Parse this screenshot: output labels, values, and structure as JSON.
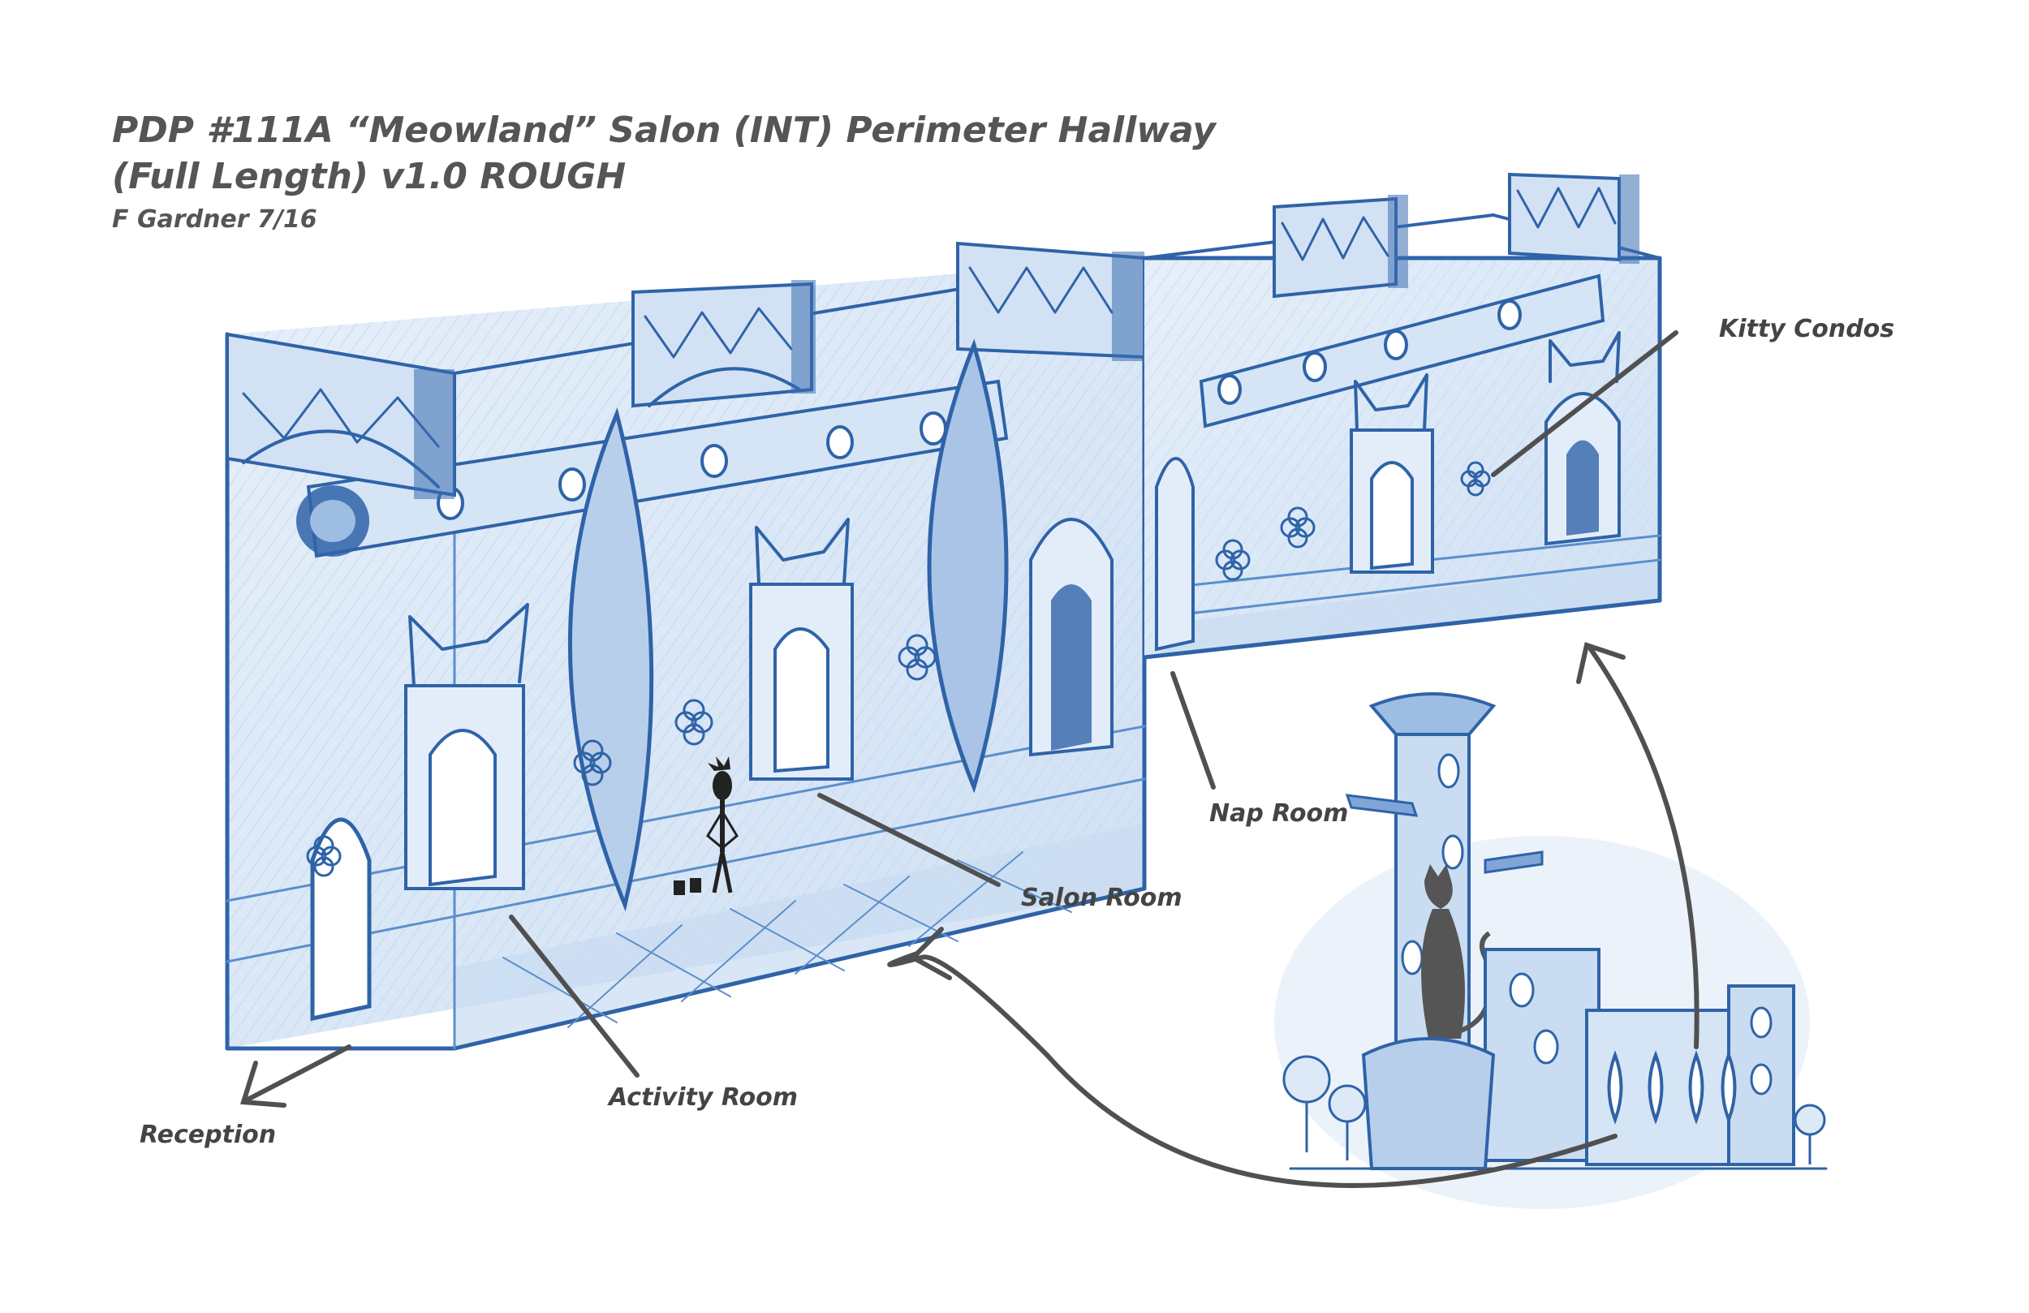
{
  "title": {
    "line1": "PDP #111A “Meowland” Salon (INT) Perimeter Hallway",
    "line2": "(Full Length) v1.0 ROUGH",
    "byline": "F Gardner 7/16"
  },
  "labels": {
    "kitty_condos": "Kitty Condos",
    "nap_room": "Nap Room",
    "salon_room": "Salon Room",
    "activity_room": "Activity Room",
    "reception": "Reception"
  },
  "colors": {
    "pencil_blue": "#2f63a8",
    "light_blue": "#5b8fcc",
    "wash": "#dbe8f6",
    "annotation_gray": "#505050"
  }
}
